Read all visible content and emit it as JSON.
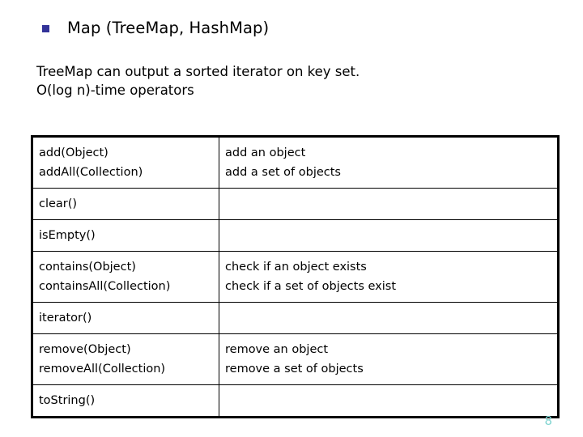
{
  "slide": {
    "title": {
      "bullet_icon": "square-bullet-icon",
      "bullet_color": "#333399",
      "text": "Map (TreeMap, HashMap)"
    },
    "subtitle": {
      "lines": [
        "TreeMap can output a sorted iterator on key set.",
        "O(log n)-time operators"
      ]
    },
    "table": {
      "rows": [
        {
          "signature_lines": [
            "add(Object)",
            "addAll(Collection)"
          ],
          "description_lines": [
            "add an object",
            "add a set of objects"
          ]
        },
        {
          "signature_lines": [
            "clear()"
          ],
          "description_lines": []
        },
        {
          "signature_lines": [
            "isEmpty()"
          ],
          "description_lines": []
        },
        {
          "signature_lines": [
            "contains(Object)",
            "containsAll(Collection)"
          ],
          "description_lines": [
            "check if an object exists",
            "check if a set of objects exist"
          ]
        },
        {
          "signature_lines": [
            "iterator()"
          ],
          "description_lines": []
        },
        {
          "signature_lines": [
            "remove(Object)",
            "removeAll(Collection)"
          ],
          "description_lines": [
            "remove an object",
            "remove a set of objects"
          ]
        },
        {
          "signature_lines": [
            "toString()"
          ],
          "description_lines": []
        }
      ]
    },
    "page_number": {
      "text": "8",
      "color": "#7fd4d0"
    }
  }
}
